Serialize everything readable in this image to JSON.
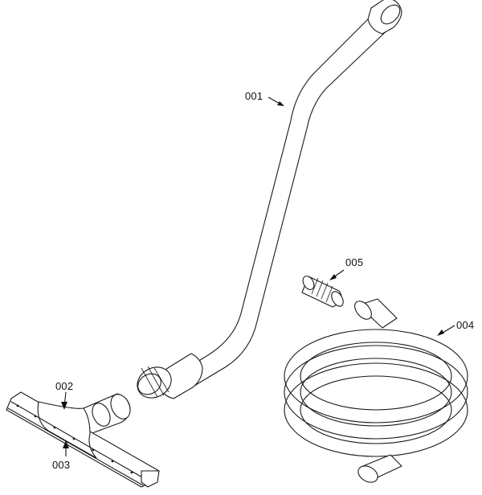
{
  "parts": [
    {
      "id": "001"
    },
    {
      "id": "002"
    },
    {
      "id": "003"
    },
    {
      "id": "004"
    },
    {
      "id": "005"
    }
  ]
}
